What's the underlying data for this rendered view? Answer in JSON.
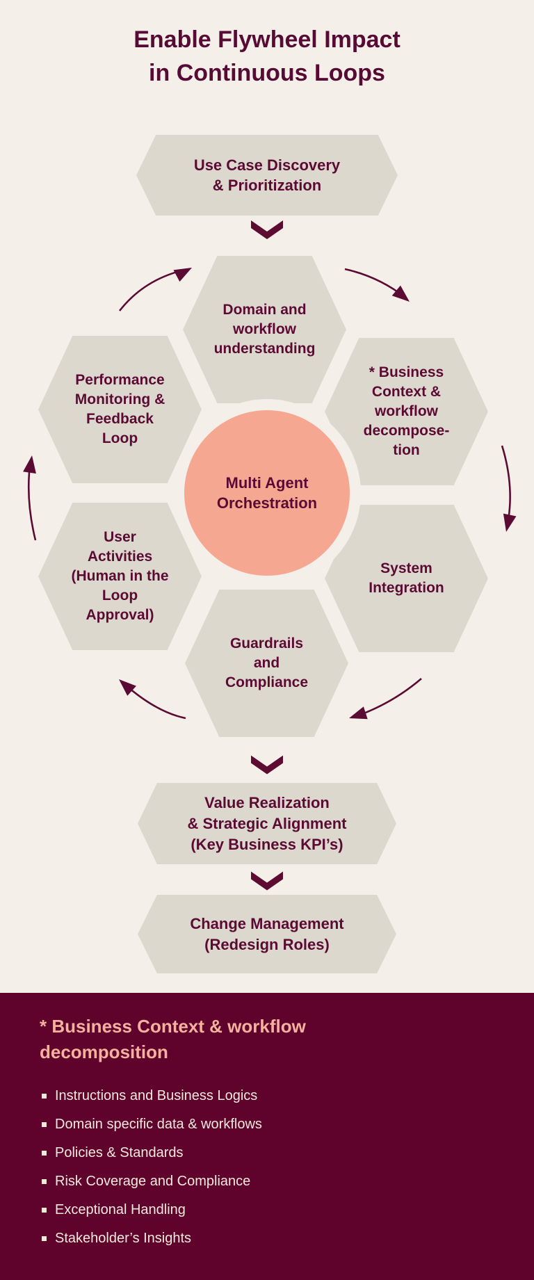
{
  "title": {
    "text": "Enable Flywheel Impact\nin Continuous Loops"
  },
  "flow": {
    "top": {
      "label": "Use Case Discovery\n& Prioritization"
    },
    "ring": {
      "domain": {
        "label": "Domain and\nworkflow\nunderstanding"
      },
      "business_context": {
        "label": "* Business\nContext &\nworkflow\ndecompose-\ntion"
      },
      "system_integration": {
        "label": "System\nIntegration"
      },
      "guardrails": {
        "label": "Guardrails\nand\nCompliance"
      },
      "user_activities": {
        "label": "User\nActivities\n(Human in the\nLoop\nApproval)"
      },
      "performance": {
        "label": "Performance\nMonitoring &\nFeedback\nLoop"
      },
      "center": {
        "label": "Multi Agent\nOrchestration"
      }
    },
    "bottom": [
      {
        "label": "Value Realization\n& Strategic Alignment\n(Key Business KPI’s)"
      },
      {
        "label": "Change Management\n(Redesign Roles)"
      }
    ]
  },
  "footnote": {
    "heading": "* Business Context & workflow\ndecomposition",
    "items": [
      "Instructions and Business Logics",
      "Domain specific data & workflows",
      "Policies & Standards",
      "Risk Coverage and Compliance",
      "Exceptional Handling",
      "Stakeholder’s Insights"
    ]
  },
  "colors": {
    "background": "#F4F0E9",
    "hexagon_fill": "#DDD8CE",
    "maroon_text": "#5B0B33",
    "center_circle": "#F5A792",
    "footer_background": "#5F032C",
    "footer_heading": "#F4B29E",
    "footer_text": "#F2E9DC"
  }
}
